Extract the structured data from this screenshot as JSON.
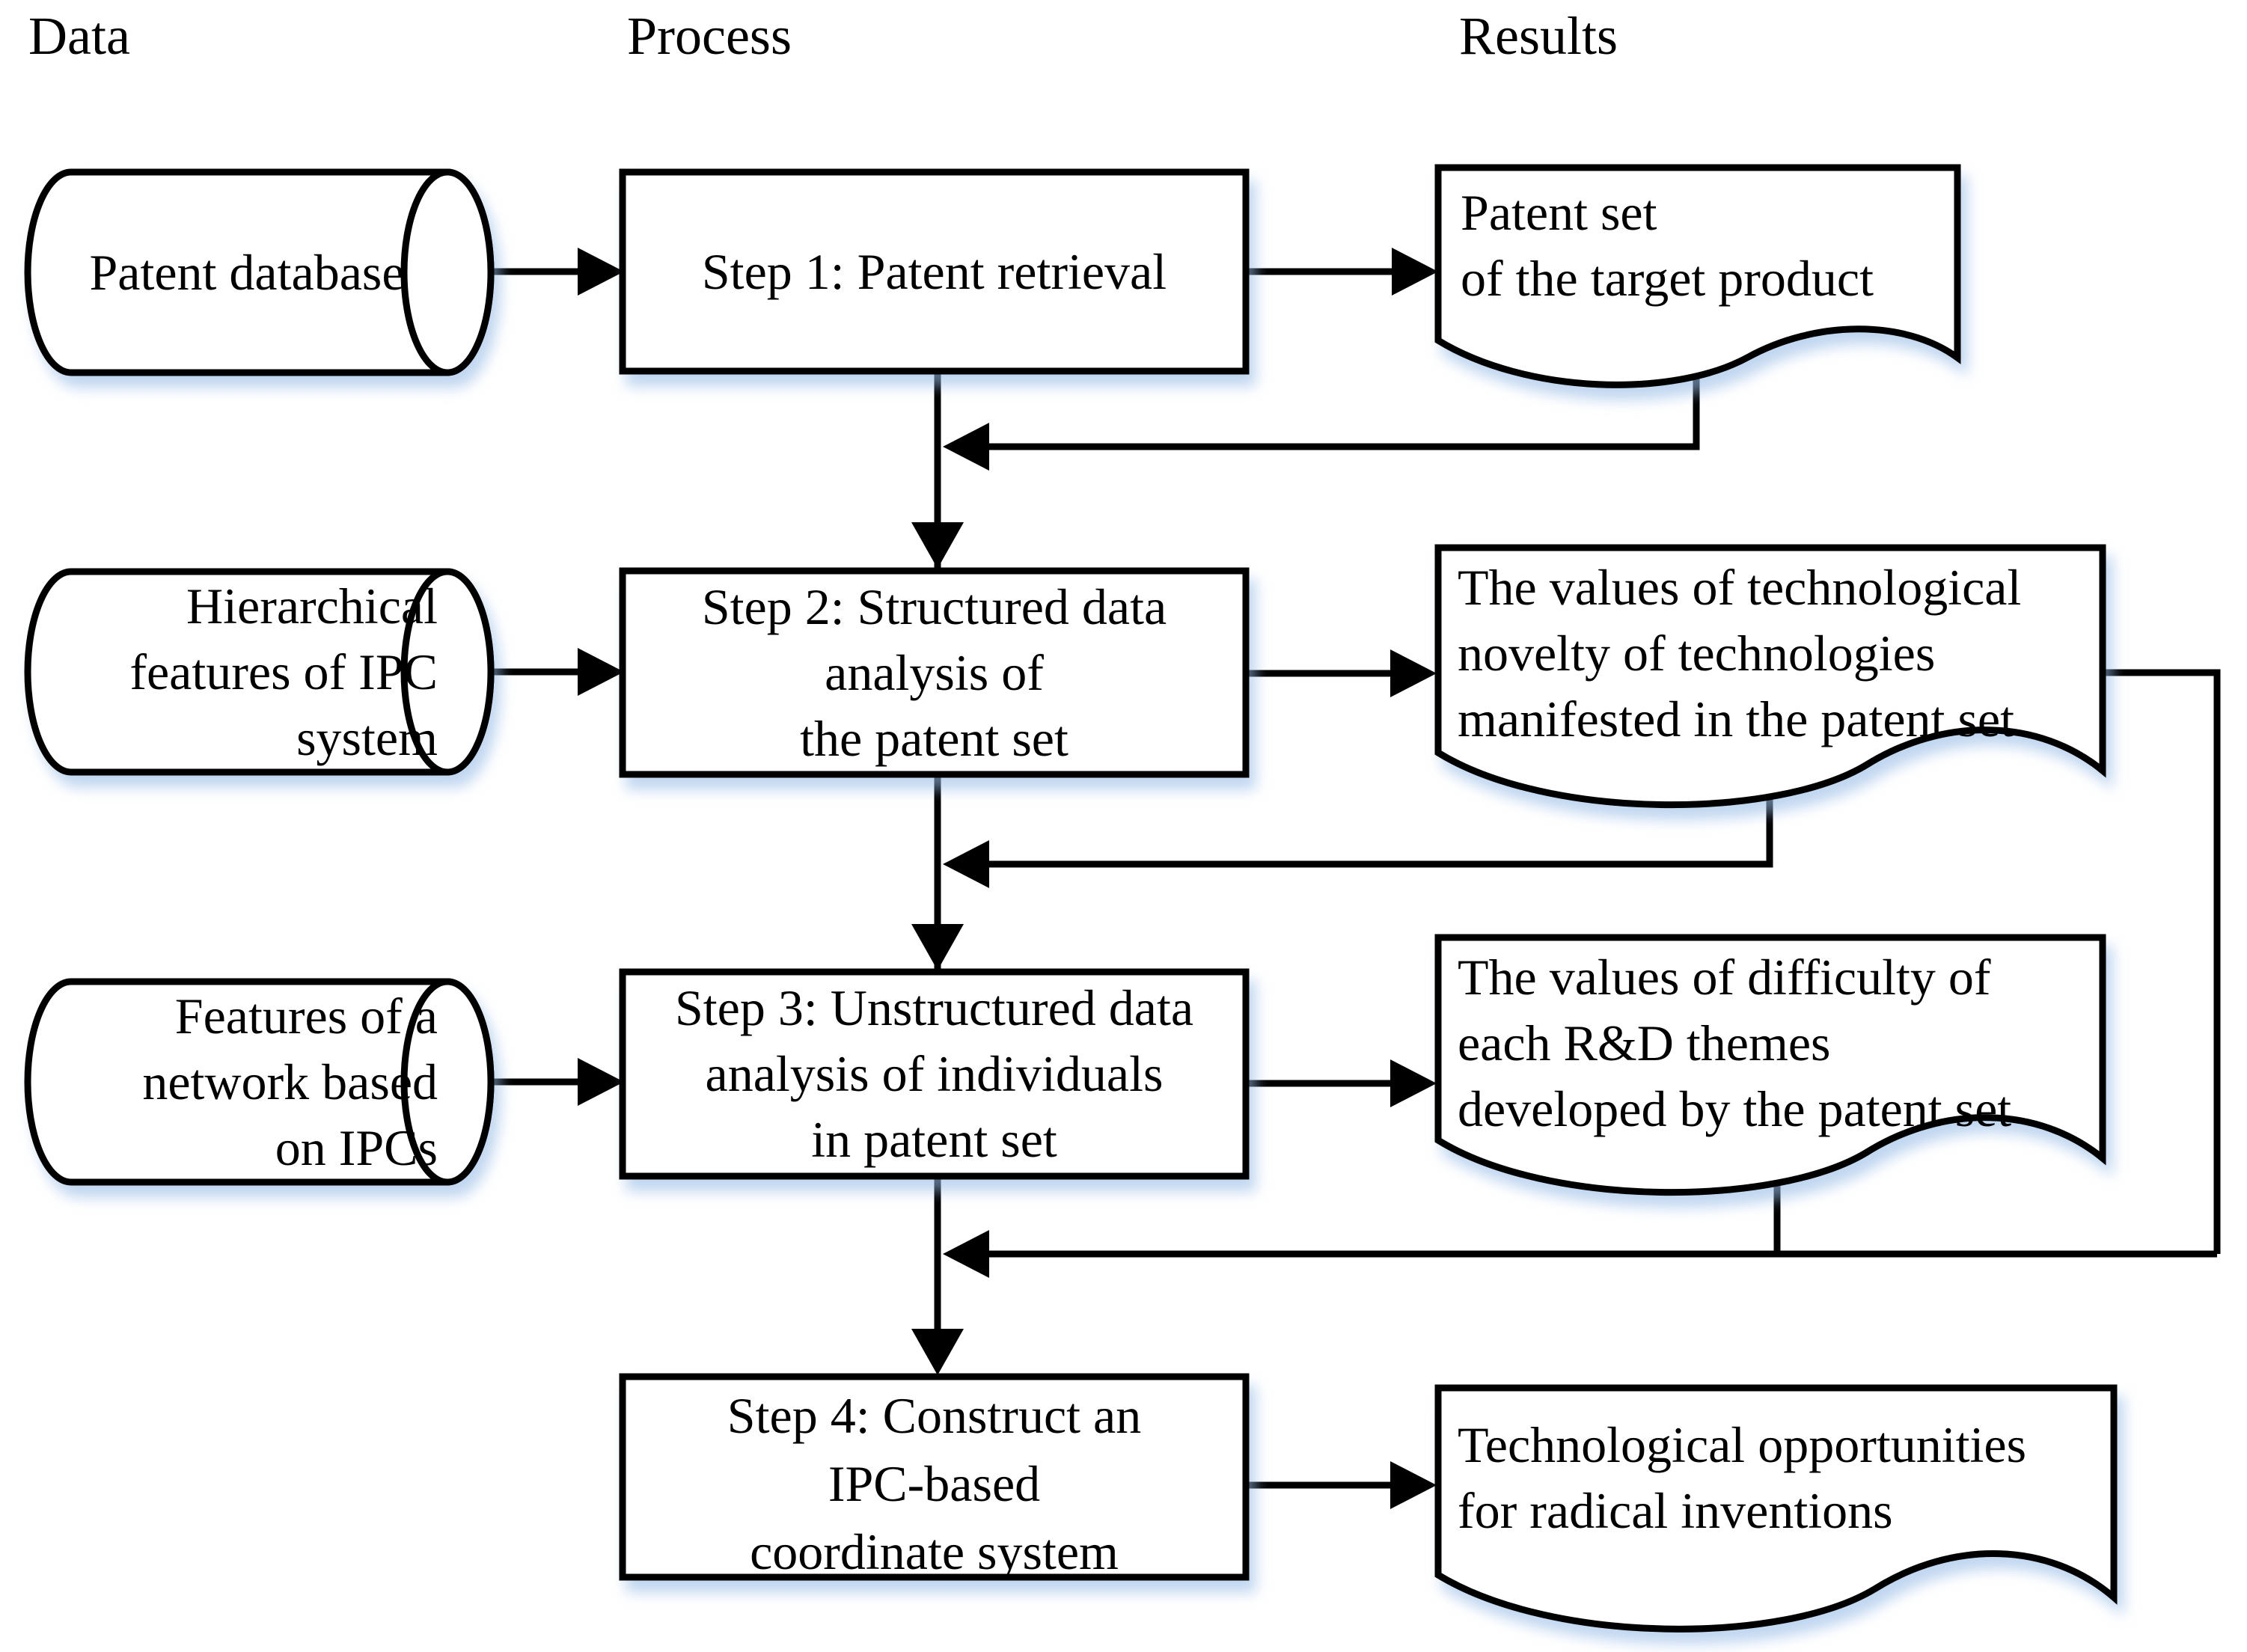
{
  "headers": {
    "data": "Data",
    "process": "Process",
    "results": "Results"
  },
  "nodes": {
    "patent_database": {
      "label": "Patent database",
      "shape": "cylinder",
      "column": "Data"
    },
    "ipc_features": {
      "label": "Hierarchical\nfeatures of IPC\nsystem",
      "shape": "cylinder",
      "column": "Data"
    },
    "network_features": {
      "label": "Features of a\nnetwork based\non IPCs",
      "shape": "cylinder",
      "column": "Data"
    },
    "step1": {
      "label": "Step 1: Patent retrieval",
      "shape": "process",
      "column": "Process"
    },
    "step2": {
      "label": "Step 2: Structured data\nanalysis of\nthe patent set",
      "shape": "process",
      "column": "Process"
    },
    "step3": {
      "label": "Step 3: Unstructured data\nanalysis of individuals\nin patent set",
      "shape": "process",
      "column": "Process"
    },
    "step4": {
      "label": "Step 4: Construct an\nIPC-based\ncoordinate system",
      "shape": "process",
      "column": "Process"
    },
    "result1": {
      "label": "Patent set\nof the target product",
      "shape": "document",
      "column": "Results"
    },
    "result2": {
      "label": "The values of technological\nnovelty of technologies\nmanifested in the patent set",
      "shape": "document",
      "column": "Results"
    },
    "result3": {
      "label": "The values of difficulty of\neach R&D themes\ndeveloped by the patent set",
      "shape": "document",
      "column": "Results"
    },
    "result4": {
      "label": "Technological opportunities\nfor radical inventions",
      "shape": "document",
      "column": "Results"
    }
  },
  "edges": [
    {
      "from": "patent_database",
      "to": "step1"
    },
    {
      "from": "step1",
      "to": "result1"
    },
    {
      "from": "step1",
      "to": "step2"
    },
    {
      "from": "result1",
      "to": "step2",
      "type": "feedback"
    },
    {
      "from": "ipc_features",
      "to": "step2"
    },
    {
      "from": "step2",
      "to": "result2"
    },
    {
      "from": "step2",
      "to": "step3"
    },
    {
      "from": "result2",
      "to": "step3",
      "type": "feedback"
    },
    {
      "from": "network_features",
      "to": "step3"
    },
    {
      "from": "step3",
      "to": "result3"
    },
    {
      "from": "step3",
      "to": "step4"
    },
    {
      "from": "result3",
      "to": "step4",
      "type": "feedback"
    },
    {
      "from": "result2",
      "to": "step4",
      "type": "feedback-right-rail"
    },
    {
      "from": "step4",
      "to": "result4"
    }
  ],
  "colors": {
    "stroke": "#000000",
    "shape_fill": "#ffffff",
    "text": "#000000",
    "shadow": "rgba(150,186,230,0.6)",
    "background": "#ffffff"
  }
}
